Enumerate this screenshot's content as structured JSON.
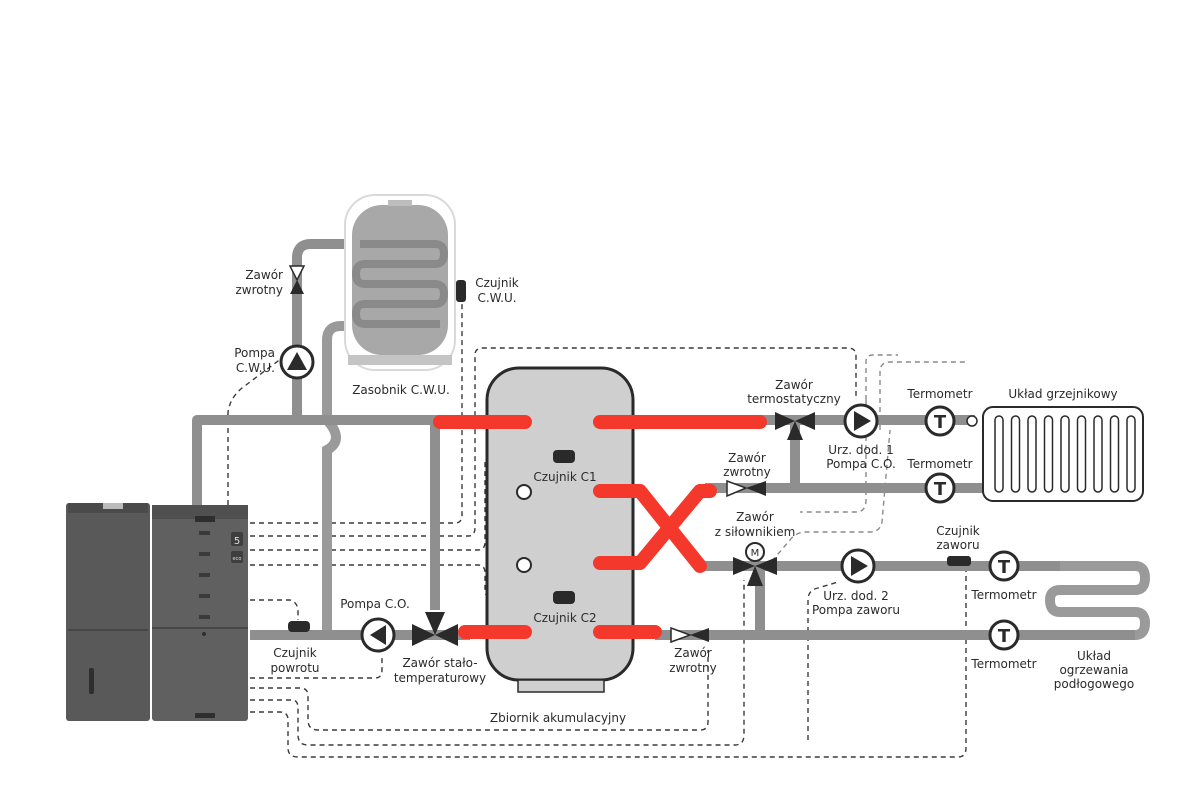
{
  "diagram": {
    "title": "Schemat instalacji kotła z zasobnikiem C.W.U. i zbiornikiem akumulacyjnym",
    "colors": {
      "pipe": "#8f8f8f",
      "hot_pipe": "#f4382c",
      "component": "#2a2a2a",
      "tank_fill": "#cfcfcf",
      "boiler": "#5a5a5a"
    },
    "boiler": {
      "display_digit": "5",
      "badge": "eco"
    },
    "labels": {
      "zawor_zwrotny_cwu": [
        "Zawór",
        "zwrotny"
      ],
      "pompa_cwu": [
        "Pompa",
        "C.W.U."
      ],
      "zasobnik_cwu": "Zasobnik C.W.U.",
      "czujnik_cwu": [
        "Czujnik",
        "C.W.U."
      ],
      "pompa_co": "Pompa C.O.",
      "czujnik_powrotu": [
        "Czujnik",
        "powrotu"
      ],
      "zawor_stalotemp": [
        "Zawór stało-",
        "temperaturowy"
      ],
      "zbiornik": "Zbiornik akumulacyjny",
      "czujnik_c1": "Czujnik C1",
      "czujnik_c2": "Czujnik C2",
      "zawor_termostatyczny": [
        "Zawór",
        "termostatyczny"
      ],
      "urz_dod1": [
        "Urz. dod. 1",
        "Pompa C.O."
      ],
      "zawor_zwrotny_top": [
        "Zawór",
        "zwrotny"
      ],
      "zawor_silownik": [
        "Zawór",
        "z siłownikiem"
      ],
      "motor_letter": "M",
      "urz_dod2": [
        "Urz. dod. 2",
        "Pompa zaworu"
      ],
      "zawor_zwrotny_bottom": [
        "Zawór",
        "zwrotny"
      ],
      "czujnik_zaworu": [
        "Czujnik",
        "zaworu"
      ],
      "termometr": "Termometr",
      "thermo_letter": "T",
      "uklad_grzejnikowy": "Układ grzejnikowy",
      "uklad_podlogowy": [
        "Układ",
        "ogrzewania",
        "podłogowego"
      ]
    }
  }
}
